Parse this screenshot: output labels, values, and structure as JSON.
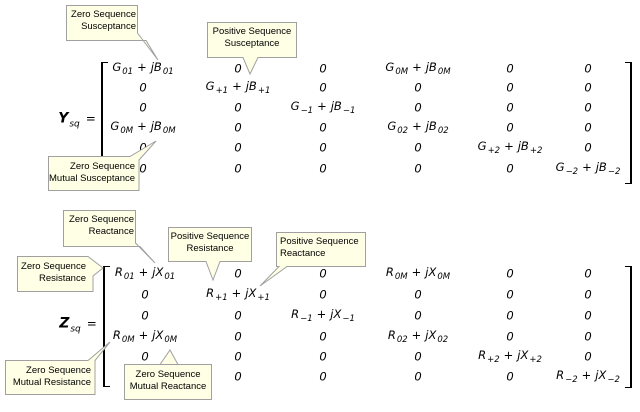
{
  "colors": {
    "callout_fill": "#ffffe6",
    "callout_border": "#a0a0a0",
    "text": "#000000",
    "background": "#ffffff"
  },
  "ymatrix": {
    "lhs": {
      "symbol": "Y",
      "sub": "sq",
      "eq": "="
    },
    "rows": [
      [
        {
          "a": "G",
          "as": "01",
          "b": "jB",
          "bs": "01"
        },
        {
          "z": "0"
        },
        {
          "z": "0"
        },
        {
          "a": "G",
          "as": "0M",
          "b": "jB",
          "bs": "0M"
        },
        {
          "z": "0"
        },
        {
          "z": "0"
        }
      ],
      [
        {
          "z": "0"
        },
        {
          "a": "G",
          "as": "+1",
          "b": "jB",
          "bs": "+1"
        },
        {
          "z": "0"
        },
        {
          "z": "0"
        },
        {
          "z": "0"
        },
        {
          "z": "0"
        }
      ],
      [
        {
          "z": "0"
        },
        {
          "z": "0"
        },
        {
          "a": "G",
          "as": "−1",
          "b": "jB",
          "bs": "−1"
        },
        {
          "z": "0"
        },
        {
          "z": "0"
        },
        {
          "z": "0"
        }
      ],
      [
        {
          "a": "G",
          "as": "0M",
          "b": "jB",
          "bs": "0M"
        },
        {
          "z": "0"
        },
        {
          "z": "0"
        },
        {
          "a": "G",
          "as": "02",
          "b": "jB",
          "bs": "02"
        },
        {
          "z": "0"
        },
        {
          "z": "0"
        }
      ],
      [
        {
          "z": "0"
        },
        {
          "z": "0"
        },
        {
          "z": "0"
        },
        {
          "z": "0"
        },
        {
          "a": "G",
          "as": "+2",
          "b": "jB",
          "bs": "+2"
        },
        {
          "z": "0"
        }
      ],
      [
        {
          "z": "0"
        },
        {
          "z": "0"
        },
        {
          "z": "0"
        },
        {
          "z": "0"
        },
        {
          "z": "0"
        },
        {
          "a": "G",
          "as": "−2",
          "b": "jB",
          "bs": "−2"
        }
      ]
    ],
    "callouts": [
      {
        "lines": [
          "Zero Sequence",
          "Susceptance"
        ]
      },
      {
        "lines": [
          "Positive Sequence",
          "Susceptance"
        ]
      },
      {
        "lines": [
          "Zero Sequence",
          "Mutual Susceptance"
        ]
      }
    ]
  },
  "zmatrix": {
    "lhs": {
      "symbol": "Z",
      "sub": "sq",
      "eq": "="
    },
    "rows": [
      [
        {
          "a": "R",
          "as": "01",
          "b": "jX",
          "bs": "01"
        },
        {
          "z": "0"
        },
        {
          "z": "0"
        },
        {
          "a": "R",
          "as": "0M",
          "b": "jX",
          "bs": "0M"
        },
        {
          "z": "0"
        },
        {
          "z": "0"
        }
      ],
      [
        {
          "z": "0"
        },
        {
          "a": "R",
          "as": "+1",
          "b": "jX",
          "bs": "+1"
        },
        {
          "z": "0"
        },
        {
          "z": "0"
        },
        {
          "z": "0"
        },
        {
          "z": "0"
        }
      ],
      [
        {
          "z": "0"
        },
        {
          "z": "0"
        },
        {
          "a": "R",
          "as": "−1",
          "b": "jX",
          "bs": "−1"
        },
        {
          "z": "0"
        },
        {
          "z": "0"
        },
        {
          "z": "0"
        }
      ],
      [
        {
          "a": "R",
          "as": "0M",
          "b": "jX",
          "bs": "0M"
        },
        {
          "z": "0"
        },
        {
          "z": "0"
        },
        {
          "a": "R",
          "as": "02",
          "b": "jX",
          "bs": "02"
        },
        {
          "z": "0"
        },
        {
          "z": "0"
        }
      ],
      [
        {
          "z": "0"
        },
        {
          "z": "0"
        },
        {
          "z": "0"
        },
        {
          "z": "0"
        },
        {
          "a": "R",
          "as": "+2",
          "b": "jX",
          "bs": "+2"
        },
        {
          "z": "0"
        }
      ],
      [
        {
          "z": "0"
        },
        {
          "z": "0"
        },
        {
          "z": "0"
        },
        {
          "z": "0"
        },
        {
          "z": "0"
        },
        {
          "a": "R",
          "as": "−2",
          "b": "jX",
          "bs": "−2"
        }
      ]
    ],
    "callouts": [
      {
        "lines": [
          "Zero Sequence",
          "Reactance"
        ]
      },
      {
        "lines": [
          "Positive Sequence",
          "Resistance"
        ]
      },
      {
        "lines": [
          "Positive Sequence",
          "Reactance"
        ]
      },
      {
        "lines": [
          "Zero Sequence",
          "Resistance"
        ]
      },
      {
        "lines": [
          "Zero Sequence",
          "Mutual Resistance"
        ]
      },
      {
        "lines": [
          "Zero Sequence",
          "Mutual Reactance"
        ]
      }
    ]
  }
}
